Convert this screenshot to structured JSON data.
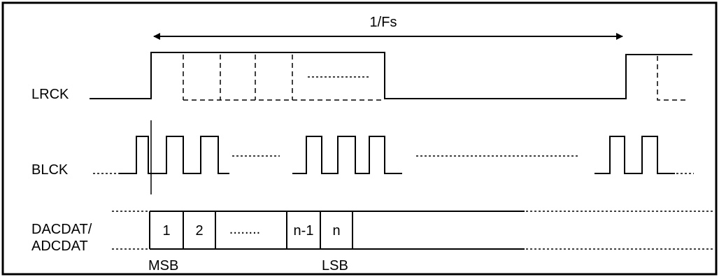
{
  "signals": {
    "lrck": "LRCK",
    "blck": "BLCK",
    "data_line1": "DACDAT/",
    "data_line2": "ADCDAT"
  },
  "period_label": "1/Fs",
  "bits": {
    "first": "1",
    "second": "2",
    "ellipsis": "........",
    "second_last": "n-1",
    "last": "n"
  },
  "markers": {
    "msb": "MSB",
    "lsb": "LSB"
  }
}
